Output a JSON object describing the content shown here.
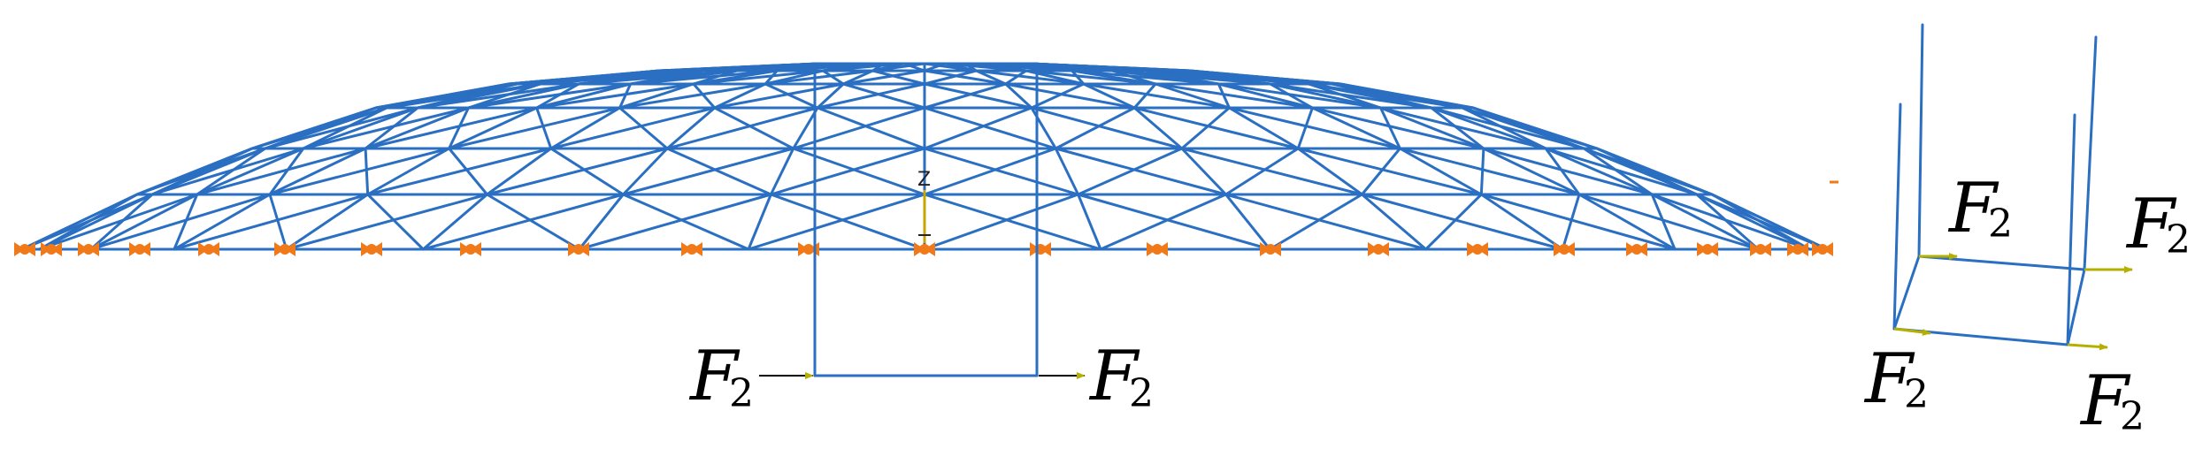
{
  "colors": {
    "member": "#2a6fc2",
    "support": "#f07a1a",
    "load_arrow_yellow": "#b5b000",
    "load_arrow_black": "#000000",
    "axis": "#c8a400"
  },
  "axis_label": "Z",
  "load_symbol": "F",
  "load_subscript": "2",
  "icons": {
    "support": "pinned-support-icon",
    "axis": "coordinate-axis-icon"
  },
  "labels": {
    "left_load_1": {
      "sym": "F",
      "sub": "2"
    },
    "left_load_2": {
      "sym": "F",
      "sub": "2"
    },
    "right_load_top_left": {
      "sym": "F",
      "sub": "2"
    },
    "right_load_top_right": {
      "sym": "F",
      "sub": "2"
    },
    "right_load_bottom_left": {
      "sym": "F",
      "sub": "2"
    },
    "right_load_bottom_right": {
      "sym": "F",
      "sub": "2"
    }
  }
}
